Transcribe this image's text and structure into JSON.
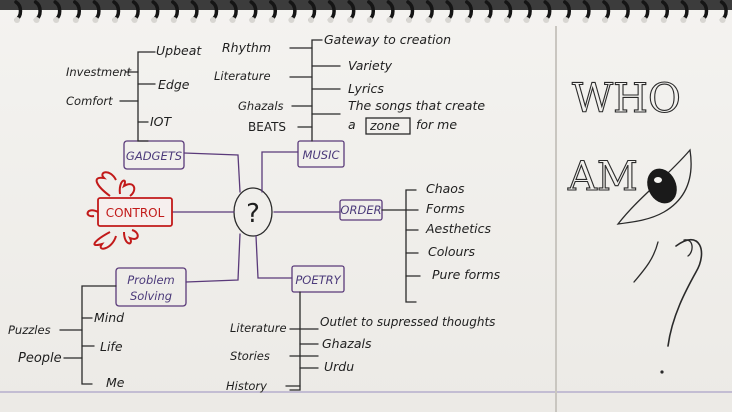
{
  "center": {
    "symbol": "?"
  },
  "nodes": {
    "gadgets": {
      "label": "GADGETS",
      "items": [
        "Upbeat",
        "Edge",
        "IOT"
      ],
      "sub": [
        "Investment",
        "Comfort"
      ]
    },
    "music": {
      "label": "MUSIC",
      "left": [
        "Rhythm",
        "Literature",
        "Ghazals",
        "BEATS"
      ],
      "right": [
        "Gateway to creation",
        "Variety",
        "Lyrics",
        "The songs that create",
        "a",
        "zone",
        "for me"
      ]
    },
    "control": {
      "label": "CONTROL"
    },
    "order": {
      "label": "ORDER",
      "items": [
        "Chaos",
        "Forms",
        "Aesthetics",
        "Colours",
        "Pure forms"
      ]
    },
    "problem": {
      "label_line1": "Problem",
      "label_line2": "Solving",
      "items": [
        "Mind",
        "Life",
        "Me"
      ],
      "sub": [
        "Puzzles",
        "People"
      ]
    },
    "poetry": {
      "label": "POETRY",
      "left": [
        "Literature",
        "Stories",
        "History"
      ],
      "right": [
        "Outlet to supressed thoughts",
        "Ghazals",
        "Urdu"
      ]
    }
  },
  "side": {
    "line1": "WHO",
    "line2": "AM",
    "q": "?"
  }
}
